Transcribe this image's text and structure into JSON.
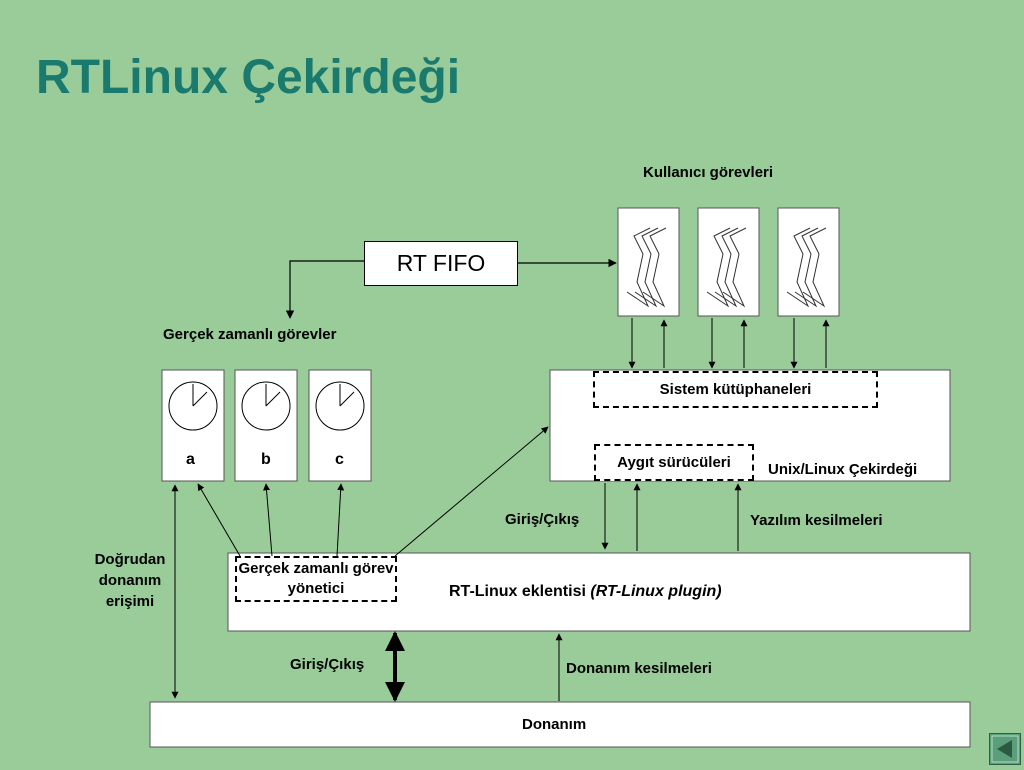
{
  "slide": {
    "title": "RTLinux Çekirdeği"
  },
  "diagram": {
    "user_tasks_label": "Kullanıcı görevleri",
    "rt_fifo": "RT FIFO",
    "realtime_tasks_label": "Gerçek zamanlı görevler",
    "tasks": [
      "a",
      "b",
      "c"
    ],
    "system_libraries": "Sistem kütüphaneleri",
    "device_drivers": "Aygıt sürücüleri",
    "unix_kernel": "Unix/Linux Çekirdeği",
    "io_upper": "Giriş/Çıkış",
    "software_interrupts": "Yazılım kesilmeleri",
    "direct_hw_access": "Doğrudan donanım erişimi",
    "rt_task_manager": "Gerçek zamanlı görev yönetici",
    "plugin_text": "RT-Linux eklentisi",
    "plugin_italic": "(RT-Linux plugin)",
    "io_lower": "Giriş/Çıkış",
    "hw_interrupts": "Donanım kesilmeleri",
    "hardware": "Donanım"
  },
  "colors": {
    "background": "#99cc99",
    "title": "#1a7a6e",
    "nav_button": "#5a9e7a"
  },
  "nav": {
    "back_icon": "triangle-left-icon"
  }
}
